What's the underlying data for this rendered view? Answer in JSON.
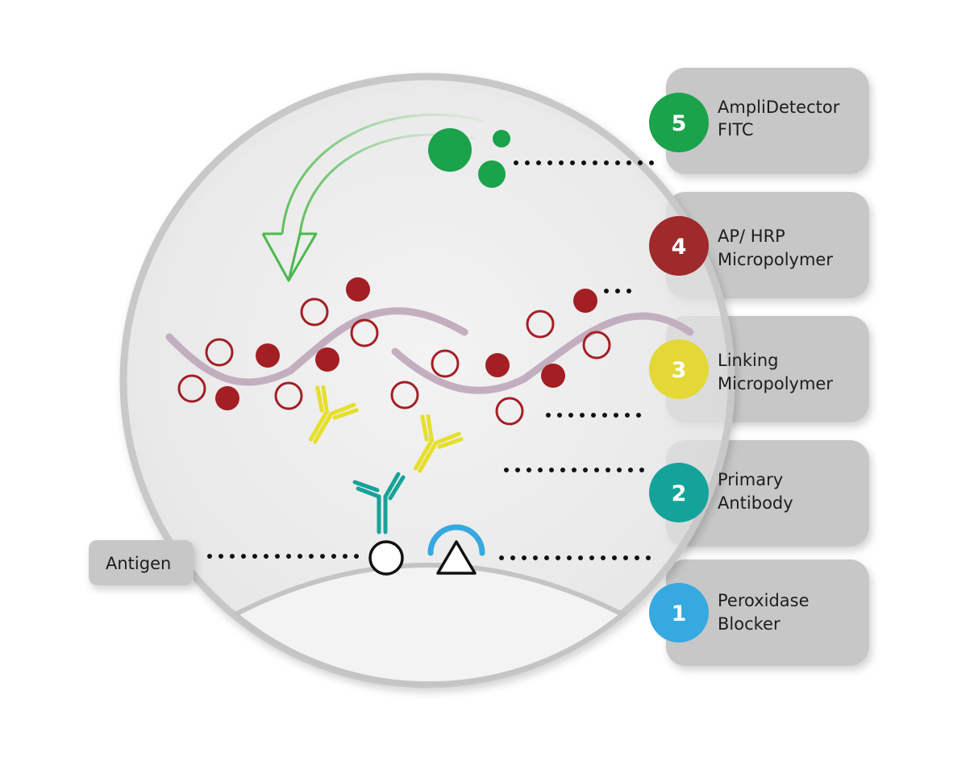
{
  "antigen": {
    "label": "Antigen"
  },
  "steps": [
    {
      "number": "5",
      "lines": [
        "AmpliDetector",
        "FITC"
      ],
      "color": "#1aa34a"
    },
    {
      "number": "4",
      "lines": [
        "AP/ HRP",
        "Micropolymer"
      ],
      "color": "#9e2a2b"
    },
    {
      "number": "3",
      "lines": [
        "Linking",
        "Micropolymer"
      ],
      "color": "#e3d836"
    },
    {
      "number": "2",
      "lines": [
        "Primary",
        "Antibody"
      ],
      "color": "#14a39a"
    },
    {
      "number": "1",
      "lines": [
        "Peroxidase",
        "Blocker"
      ],
      "color": "#36a9e0"
    }
  ],
  "colors": {
    "card": "#c7c7c7",
    "circle_fill": "#ececec",
    "polymer": "#c3aec0",
    "hrp": "#a31f24",
    "linking_antibody": "#e6df2c",
    "primary_antibody": "#15a398",
    "blocker": "#36a9e0",
    "fitc": "#1aa34a"
  }
}
